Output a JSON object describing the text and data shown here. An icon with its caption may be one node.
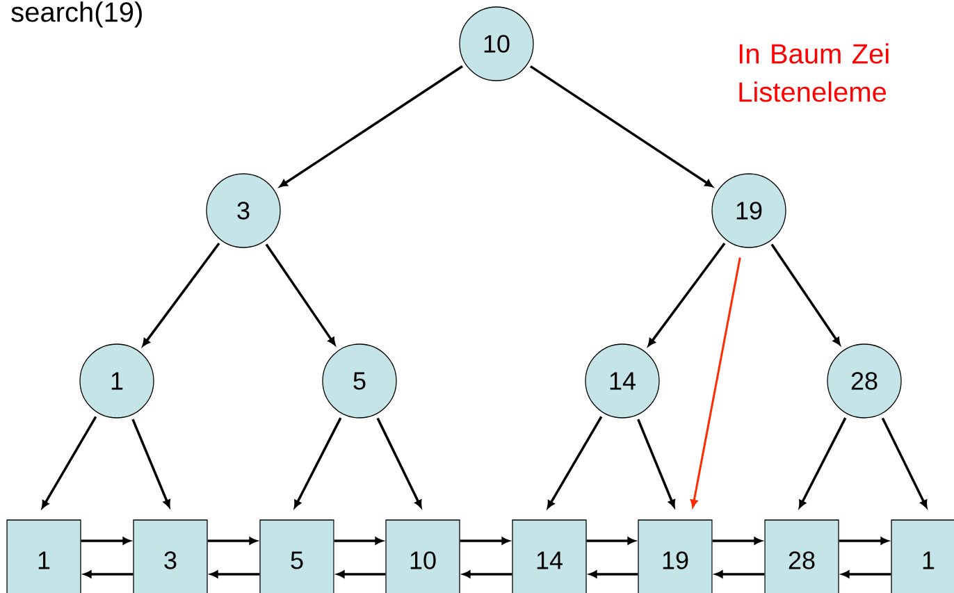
{
  "diagram": {
    "nodes": [
      {
        "text": [
          "10"
        ]
      },
      {
        "text": [
          "3"
        ]
      },
      {
        "text": [
          "19"
        ]
      },
      {
        "text": [
          "1"
        ]
      },
      {
        "text": [
          "5"
        ]
      },
      {
        "text": [
          "14"
        ]
      },
      {
        "text": [
          "28"
        ]
      },
      {
        "text": [
          "1"
        ]
      },
      {
        "text": [
          "3"
        ]
      },
      {
        "text": [
          "5"
        ]
      },
      {
        "text": [
          "10"
        ]
      },
      {
        "text": [
          "14"
        ]
      },
      {
        "text": [
          "19"
        ]
      },
      {
        "text": [
          "28"
        ]
      },
      {
        "text": [
          "1"
        ]
      }
    ],
    "edges": [
      {
        "from": 0,
        "to": 1,
        "arrow": "to"
      },
      {
        "from": 0,
        "to": 2,
        "arrow": "to"
      },
      {
        "from": 1,
        "to": 3,
        "arrow": "to"
      },
      {
        "from": 1,
        "to": 4,
        "arrow": "to"
      },
      {
        "from": 2,
        "to": 5,
        "arrow": "to"
      },
      {
        "from": 2,
        "to": 6,
        "arrow": "to"
      },
      {
        "from": 3,
        "to": 7,
        "arrow": "to"
      },
      {
        "from": 3,
        "to": 8,
        "arrow": "to"
      },
      {
        "from": 4,
        "to": 9,
        "arrow": "to"
      },
      {
        "from": 4,
        "to": 10,
        "arrow": "to"
      },
      {
        "from": 5,
        "to": 11,
        "arrow": "to"
      },
      {
        "from": 5,
        "to": 12,
        "arrow": "to"
      },
      {
        "from": 6,
        "to": 13,
        "arrow": "to"
      },
      {
        "from": 6,
        "to": 14,
        "arrow": "to"
      },
      {
        "from": 2,
        "to": 12,
        "arrow": "to",
        "color": "#ff2a00"
      },
      {
        "from": 7,
        "to": 8,
        "arrow": "to"
      },
      {
        "from": 8,
        "to": 7,
        "arrow": "to"
      },
      {
        "from": 8,
        "to": 9,
        "arrow": "to"
      },
      {
        "from": 9,
        "to": 8,
        "arrow": "to"
      },
      {
        "from": 9,
        "to": 10,
        "arrow": "to"
      },
      {
        "from": 10,
        "to": 9,
        "arrow": "to"
      },
      {
        "from": 10,
        "to": 11,
        "arrow": "to"
      },
      {
        "from": 11,
        "to": 10,
        "arrow": "to"
      },
      {
        "from": 11,
        "to": 12,
        "arrow": "to"
      },
      {
        "from": 12,
        "to": 11,
        "arrow": "to"
      },
      {
        "from": 12,
        "to": 13,
        "arrow": "to"
      },
      {
        "from": 13,
        "to": 12,
        "arrow": "to"
      },
      {
        "from": 13,
        "to": 14,
        "arrow": "to"
      },
      {
        "from": 14,
        "to": 13,
        "arrow": "to"
      }
    ],
    "labels": [
      "search(19)",
      "In Baum Zei Listeneleme"
    ]
  }
}
